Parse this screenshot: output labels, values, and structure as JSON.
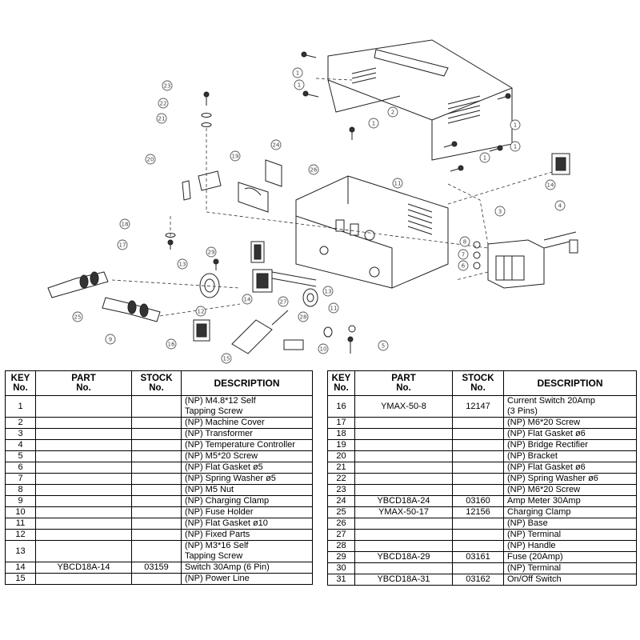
{
  "diagram": {
    "callouts": [
      "1",
      "1",
      "1",
      "1",
      "1",
      "1",
      "2",
      "3",
      "4",
      "5",
      "6",
      "7",
      "8",
      "9",
      "10",
      "11",
      "11",
      "12",
      "13",
      "13",
      "14",
      "14",
      "15",
      "16",
      "17",
      "18",
      "19",
      "20",
      "21",
      "22",
      "23",
      "24",
      "25",
      "26",
      "27",
      "28",
      "29"
    ]
  },
  "tables": {
    "headers": {
      "key": "KEY\nNo.",
      "part": "PART\nNo.",
      "stock": "STOCK\nNo.",
      "description": "DESCRIPTION"
    },
    "left": [
      {
        "key": "1",
        "part": "",
        "stock": "",
        "desc": "(NP) M4.8*12 Self\nTapping Screw"
      },
      {
        "key": "2",
        "part": "",
        "stock": "",
        "desc": "(NP) Machine Cover"
      },
      {
        "key": "3",
        "part": "",
        "stock": "",
        "desc": "(NP) Transformer"
      },
      {
        "key": "4",
        "part": "",
        "stock": "",
        "desc": "(NP) Temperature Controller"
      },
      {
        "key": "5",
        "part": "",
        "stock": "",
        "desc": "(NP) M5*20 Screw"
      },
      {
        "key": "6",
        "part": "",
        "stock": "",
        "desc": "(NP) Flat Gasket ø5"
      },
      {
        "key": "7",
        "part": "",
        "stock": "",
        "desc": "(NP) Spring Washer ø5"
      },
      {
        "key": "8",
        "part": "",
        "stock": "",
        "desc": "(NP) M5 Nut"
      },
      {
        "key": "9",
        "part": "",
        "stock": "",
        "desc": "(NP) Charging Clamp"
      },
      {
        "key": "10",
        "part": "",
        "stock": "",
        "desc": "(NP) Fuse Holder"
      },
      {
        "key": "11",
        "part": "",
        "stock": "",
        "desc": "(NP) Flat Gasket ø10"
      },
      {
        "key": "12",
        "part": "",
        "stock": "",
        "desc": "(NP) Fixed Parts"
      },
      {
        "key": "13",
        "part": "",
        "stock": "",
        "desc": "(NP) M3*16 Self\nTapping Screw"
      },
      {
        "key": "14",
        "part": "YBCD18A-14",
        "stock": "03159",
        "desc": "Switch 30Amp (6 Pin)"
      },
      {
        "key": "15",
        "part": "",
        "stock": "",
        "desc": "(NP) Power Line"
      }
    ],
    "right": [
      {
        "key": "16",
        "part": "YMAX-50-8",
        "stock": "12147",
        "desc": "Current Switch 20Amp\n(3 Pins)"
      },
      {
        "key": "17",
        "part": "",
        "stock": "",
        "desc": "(NP) M6*20 Screw"
      },
      {
        "key": "18",
        "part": "",
        "stock": "",
        "desc": "(NP) Flat Gasket ø6"
      },
      {
        "key": "19",
        "part": "",
        "stock": "",
        "desc": "(NP) Bridge Rectifier"
      },
      {
        "key": "20",
        "part": "",
        "stock": "",
        "desc": "(NP) Bracket"
      },
      {
        "key": "21",
        "part": "",
        "stock": "",
        "desc": "(NP) Flat Gasket ø6"
      },
      {
        "key": "22",
        "part": "",
        "stock": "",
        "desc": "(NP) Spring Washer ø6"
      },
      {
        "key": "23",
        "part": "",
        "stock": "",
        "desc": "(NP) M6*20 Screw"
      },
      {
        "key": "24",
        "part": "YBCD18A-24",
        "stock": "03160",
        "desc": "Amp Meter 30Amp"
      },
      {
        "key": "25",
        "part": "YMAX-50-17",
        "stock": "12156",
        "desc": "Charging Clamp"
      },
      {
        "key": "26",
        "part": "",
        "stock": "",
        "desc": "(NP) Base"
      },
      {
        "key": "27",
        "part": "",
        "stock": "",
        "desc": "(NP) Terminal"
      },
      {
        "key": "28",
        "part": "",
        "stock": "",
        "desc": "(NP) Handle"
      },
      {
        "key": "29",
        "part": "YBCD18A-29",
        "stock": "03161",
        "desc": "Fuse (20Amp)"
      },
      {
        "key": "30",
        "part": "",
        "stock": "",
        "desc": "(NP) Terminal"
      },
      {
        "key": "31",
        "part": "YBCD18A-31",
        "stock": "03162",
        "desc": "On/Off Switch"
      }
    ]
  }
}
